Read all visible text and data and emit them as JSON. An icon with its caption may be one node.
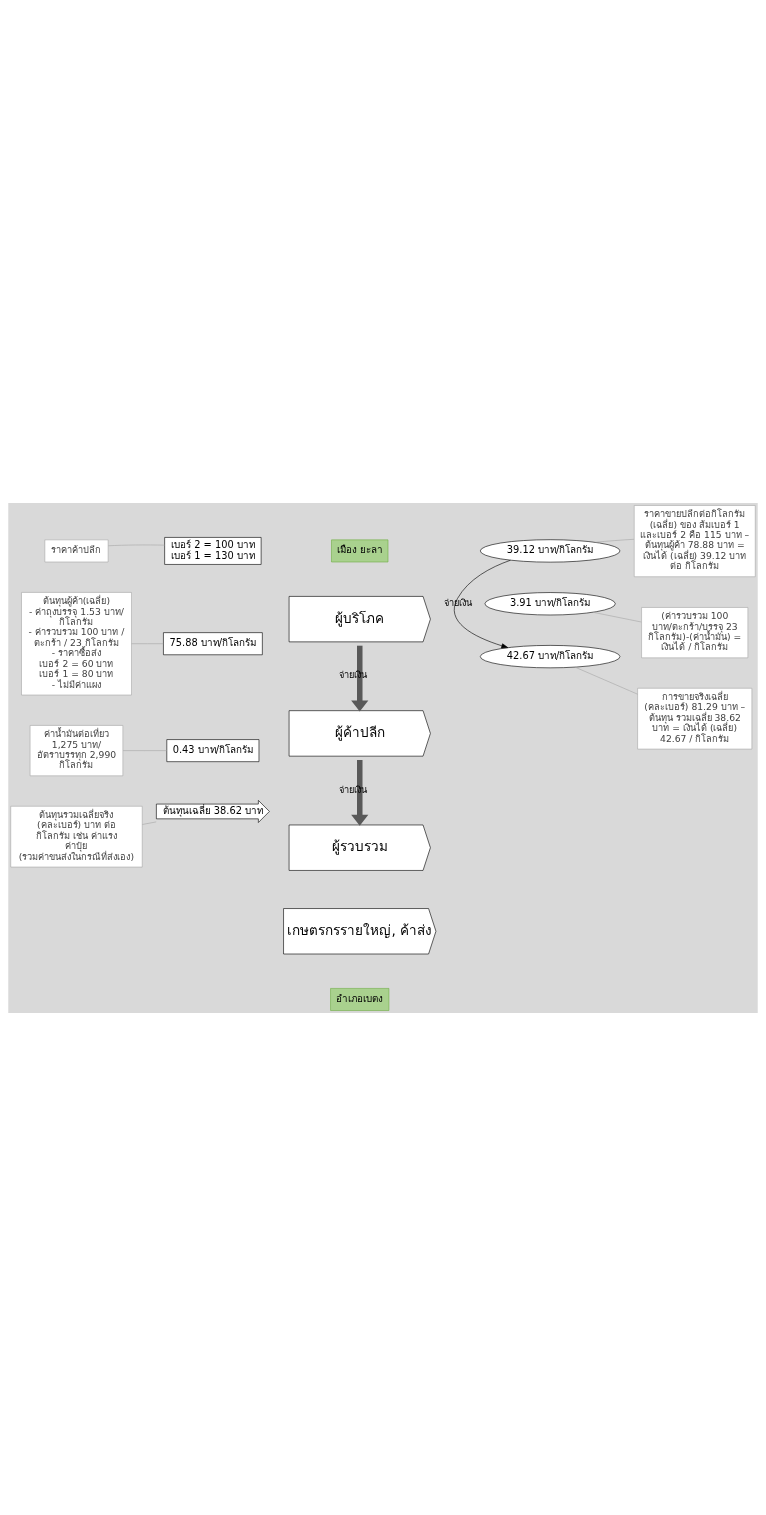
{
  "diagram": {
    "nodes": [
      {
        "text": [
          "ต้นทุนเฉลี่ย 38.62 บาท"
        ]
      },
      {
        "text": [
          "เกษตรกรรายใหญ่, ค้าส่ง"
        ]
      },
      {
        "text": [
          "อำเภอเบตง"
        ]
      },
      {
        "text": [
          "42.67 บาท/กิโลกรัม"
        ]
      },
      {
        "text": [
          "ผู้รวบรวม"
        ]
      },
      {
        "text": [
          "0.43 บาท/กิโลกรัม"
        ]
      },
      {
        "text": [
          "3.91 บาท/กิโลกรัม"
        ]
      },
      {
        "text": [
          "ผู้ค้าปลีก"
        ]
      },
      {
        "text": [
          "75.88 บาท/กิโลกรัม"
        ]
      },
      {
        "text": [
          "39.12 บาท/กิโลกรัม"
        ]
      },
      {
        "text": [
          "ผู้บริโภค"
        ]
      },
      {
        "text": [
          "เบอร์ 2 = 100 บาท",
          "เบอร์ 1 = 130 บาท"
        ]
      },
      {
        "text": [
          "เมือง ยะลา"
        ]
      },
      {
        "text": [
          "ต้นทุนรวมเฉลี่ยจริง (คละเบอร์) บาท ต่อ กิโลกรัม เช่น ค่าแรง ค่าปุ๋ย (รวมค่าขนส่งในกรณีที่ส่งเอง)"
        ]
      },
      {
        "text": [
          "ค่าน้ำมันต่อเที่ยว 1,275 บาท/ อัตราบรรทุก 2,990 กิโลกรัม"
        ]
      },
      {
        "text": [
          "ต้นทุนผู้ค้า(เฉลี่ย)",
          "- ค่าถุงบรรจุ 1.53 บาท/ กิโลกรัม",
          "- ค่ารวบรวม 100 บาท / ตะกร้า / 23 กิโลกรัม",
          "- ราคาซื้อส่ง",
          "เบอร์ 2 = 60 บาท",
          "เบอร์ 1 = 80 บาท",
          "- ไม่มีค่าแผง"
        ]
      },
      {
        "text": [
          "ราคาค้าปลีก"
        ]
      },
      {
        "text": [
          "ราคาขายปลีกต่อกิโลกรัม (เฉลี่ย) ของ ส้มเบอร์ 1 และเบอร์ 2 คือ 115 บาท – ต้นทุนผู้ค้า 78.88 บาท = เงินได้ (เฉลี่ย) 39.12 บาท ต่อ กิโลกรัม"
        ]
      },
      {
        "text": [
          "(ค่ารวบรวม 100 บาท/ตะกร้า/บรรจุ 23 กิโลกรัม)-(ค่าน้ำมัน) = เงินได้ / กิโลกรัม"
        ]
      },
      {
        "text": [
          "การขายจริงเฉลี่ย (คละเบอร์) 81.29 บาท – ต้นทุน รวมเฉลี่ย 38.62 บาท = เงินได้ (เฉลี่ย) 42.67 / กิโลกรัม"
        ]
      }
    ],
    "edges": [
      {
        "from": 10,
        "to": 7,
        "arrow": "to",
        "label": "จ่ายเงิน",
        "style": "thick",
        "color": "#595959"
      },
      {
        "from": 7,
        "to": 4,
        "arrow": "to",
        "label": "จ่ายเงิน",
        "style": "thick",
        "color": "#595959"
      },
      {
        "from": 9,
        "to": 3,
        "arrow": "to",
        "label": "จ่ายเงิน",
        "color": "#000000"
      },
      {
        "from": 13,
        "to": 0,
        "arrow": "none",
        "color": "#a6a6a6"
      },
      {
        "from": 14,
        "to": 5,
        "arrow": "none",
        "color": "#a6a6a6"
      },
      {
        "from": 15,
        "to": 8,
        "arrow": "none",
        "color": "#a6a6a6"
      },
      {
        "from": 16,
        "to": 11,
        "arrow": "none",
        "color": "#a6a6a6"
      },
      {
        "from": 17,
        "to": 9,
        "arrow": "none",
        "color": "#a6a6a6"
      },
      {
        "from": 18,
        "to": 6,
        "arrow": "none",
        "color": "#a6a6a6"
      },
      {
        "from": 19,
        "to": 3,
        "arrow": "none",
        "color": "#a6a6a6"
      }
    ]
  }
}
